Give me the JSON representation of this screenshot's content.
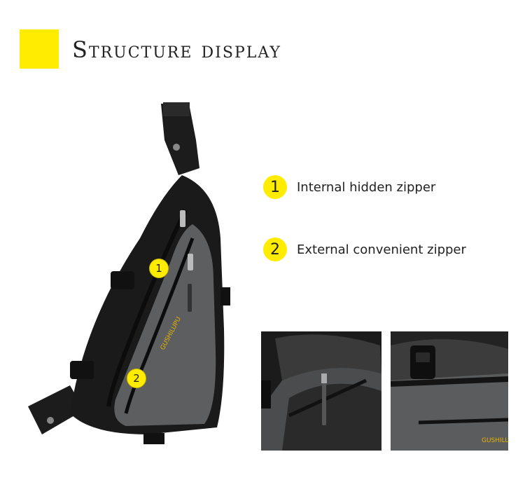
{
  "header": {
    "title": "Structure display"
  },
  "features": [
    {
      "number": "1",
      "label": "Internal hidden zipper"
    },
    {
      "number": "2",
      "label": "External convenient zipper"
    }
  ],
  "bag": {
    "brand_text": "GUSHILUPU",
    "markers": [
      "1",
      "2"
    ]
  },
  "photos": {
    "right_brand_text": "GUSHILUPU"
  },
  "colors": {
    "accent": "#ffec00",
    "bag_dark": "#1a1a1a",
    "bag_gray": "#5c5e60"
  }
}
